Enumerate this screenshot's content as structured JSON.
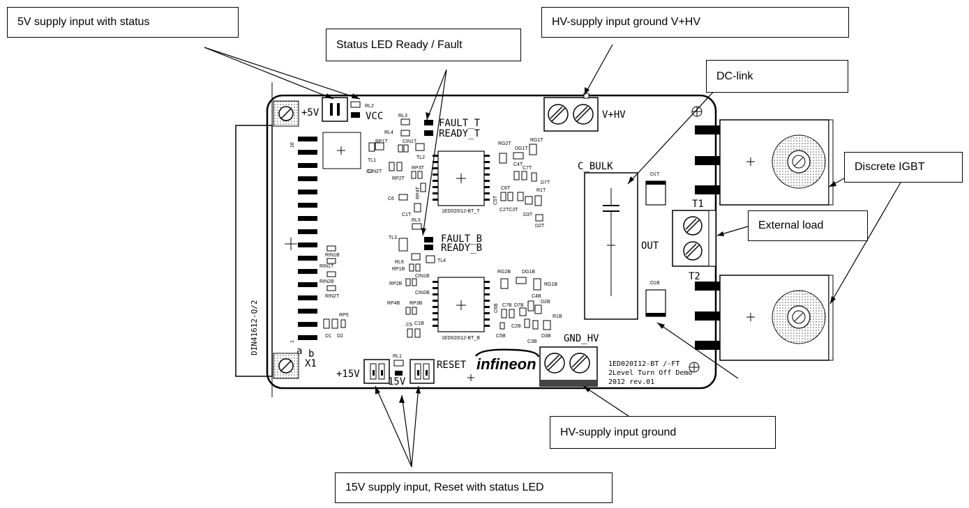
{
  "callouts": {
    "supply_5v": "5V supply input with status",
    "status_led": "Status LED Ready / Fault",
    "hv_supply": "HV-supply input ground V+HV",
    "dc_link": "DC-link",
    "discrete_igbt": "Discrete IGBT",
    "external_load": "External load",
    "hv_ground": "HV-supply input ground",
    "supply_15v": "15V supply input, Reset with status LED"
  },
  "board": {
    "plus5v": "+5V",
    "vcc": "VCC",
    "rl2": "RL2",
    "rl3": "RL3",
    "rl4": "RL4",
    "fault_t": "FAULT_T",
    "ready_t": "READY_T",
    "fault_b": "FAULT_B",
    "ready_b": "READY_B",
    "vhv": "V+HV",
    "gnd_hv": "GND_HV",
    "c_bulk": "C_BULK",
    "out": "OUT",
    "t1": "T1",
    "t2": "T2",
    "d1t": "D1T",
    "d1b": "D1B",
    "connector": "DIN41612-Q/2",
    "x1": "X1",
    "pin_a": "a",
    "pin_b": "b",
    "pin16": "16",
    "pin1": "1",
    "plus15v": "+15V",
    "label15v": "15V",
    "reset": "RESET",
    "rl1": "RL1",
    "logo": "infineon",
    "ic_top": "1ED020I12-BT_T",
    "ic_bot": "1ED020I12-BT_B",
    "rev1": "1ED020I12-BT /-FT",
    "rev2": "2Level Turn Off Demo",
    "rev3": "2012 rev.01",
    "c2": "C2",
    "c6": "C6",
    "c1t": "C1T",
    "rl5": "RL5",
    "tl1": "TL1",
    "tl2": "TL2",
    "tl3": "TL3",
    "tl4": "TL4",
    "rp1t": "RP1T",
    "cin1t": "CIN1T",
    "cin2t": "CIN2T",
    "rp2t": "RP2T",
    "rp3t": "RP3T",
    "rp4t": "RP4T",
    "rg2t": "RG2T",
    "dg1t": "DG1T",
    "rg1t": "RG1T",
    "c4t": "C4T",
    "c7t": "C7T",
    "d7t": "D7T",
    "c6t": "C6T",
    "c5t": "C5T",
    "c2tc3t": "C2TC3T",
    "d3t": "D3T",
    "r1t": "R1T",
    "d2t": "D2T",
    "rl6": "RL6",
    "rp1b": "RP1B",
    "rp2b": "RP2B",
    "cin1b": "CIN1B",
    "cin2b": "CIN2B",
    "rp4b": "RP4B",
    "rp3b": "RP3B",
    "c5": "C5",
    "c1b": "C1B",
    "rg2b": "RG2B",
    "dg1b": "DG1B",
    "rg1b": "RG1B",
    "c4b": "C4B",
    "d2b": "D2B",
    "c6b": "C6B",
    "c7b": "C7B",
    "d7b": "D7B",
    "c2b": "C2B",
    "r1b": "R1B",
    "c5b": "C5B",
    "c3b": "C3B",
    "d3b": "D3B",
    "rin1b": "RIN1B",
    "rin1t": "RIN1T",
    "rin2b": "RIN2B",
    "rin2t": "RIN2T",
    "rp5": "RP5",
    "d1": "D1",
    "d2": "D2"
  }
}
